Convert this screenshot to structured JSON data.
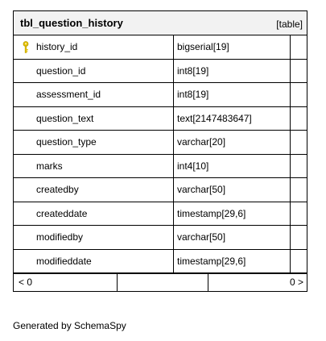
{
  "table": {
    "name": "tbl_question_history",
    "kind": "[table]",
    "columns": [
      {
        "name": "history_id",
        "type": "bigserial[19]",
        "primary_key": true
      },
      {
        "name": "question_id",
        "type": "int8[19]",
        "primary_key": false
      },
      {
        "name": "assessment_id",
        "type": "int8[19]",
        "primary_key": false
      },
      {
        "name": "question_text",
        "type": "text[2147483647]",
        "primary_key": false
      },
      {
        "name": "question_type",
        "type": "varchar[20]",
        "primary_key": false
      },
      {
        "name": "marks",
        "type": "int4[10]",
        "primary_key": false
      },
      {
        "name": "createdby",
        "type": "varchar[50]",
        "primary_key": false
      },
      {
        "name": "createddate",
        "type": "timestamp[29,6]",
        "primary_key": false
      },
      {
        "name": "modifiedby",
        "type": "varchar[50]",
        "primary_key": false
      },
      {
        "name": "modifieddate",
        "type": "timestamp[29,6]",
        "primary_key": false
      }
    ],
    "footer": {
      "left": "< 0",
      "right": "0 >"
    }
  },
  "generated_by": "Generated by SchemaSpy",
  "colors": {
    "header_bg": "#f2f2f2",
    "border": "#000000",
    "key_icon": "#e6c200"
  },
  "icons": {
    "primary_key": "key-icon"
  }
}
